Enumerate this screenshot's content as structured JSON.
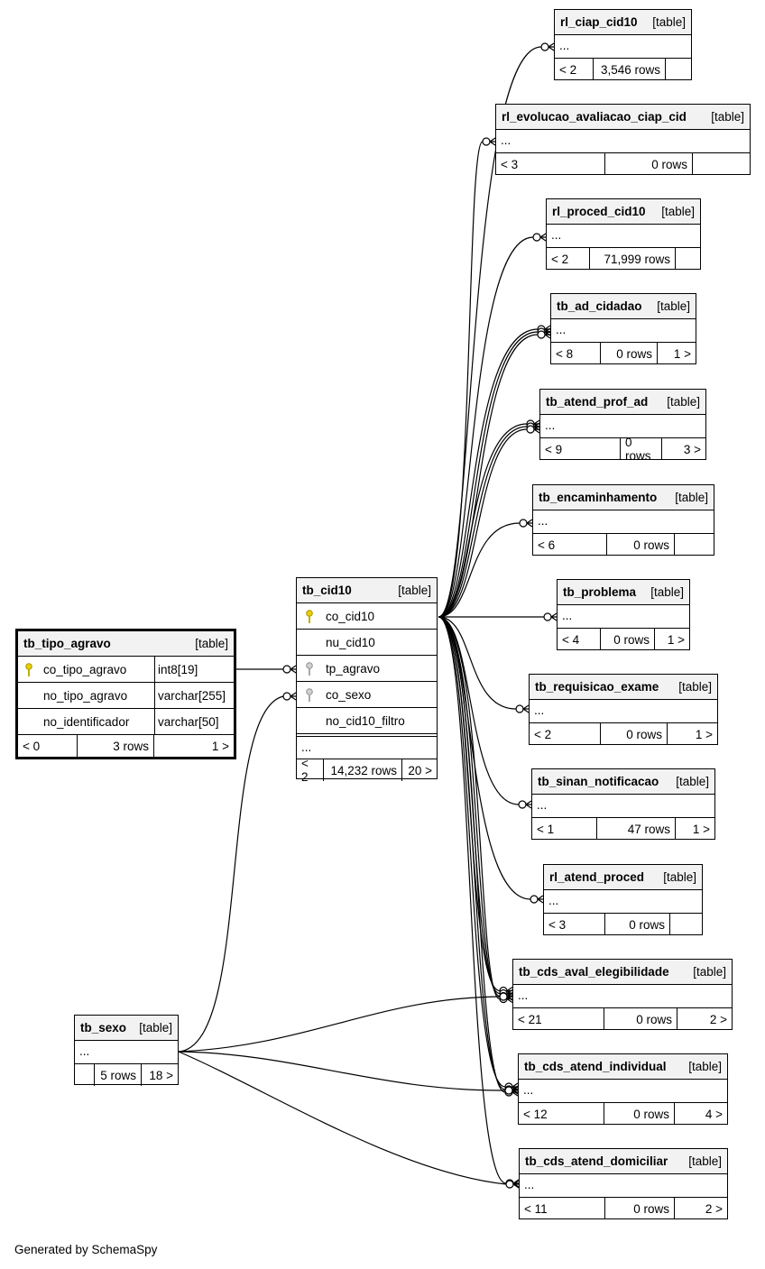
{
  "footer": "Generated by SchemaSpy",
  "table_tag": "[table]",
  "ellipsis": "...",
  "center": {
    "name": "tb_cid10",
    "columns": [
      {
        "name": "co_cid10",
        "key": "primary"
      },
      {
        "name": "nu_cid10",
        "key": ""
      },
      {
        "name": "tp_agravo",
        "key": "foreign"
      },
      {
        "name": "co_sexo",
        "key": "foreign"
      },
      {
        "name": "no_cid10_filtro",
        "key": ""
      }
    ],
    "parents": "< 2",
    "rows": "14,232 rows",
    "children": "20 >"
  },
  "tipo_agravo": {
    "name": "tb_tipo_agravo",
    "columns": [
      {
        "name": "co_tipo_agravo",
        "type": "int8[19]",
        "key": "primary"
      },
      {
        "name": "no_tipo_agravo",
        "type": "varchar[255]",
        "key": ""
      },
      {
        "name": "no_identificador",
        "type": "varchar[50]",
        "key": ""
      }
    ],
    "parents": "< 0",
    "rows": "3 rows",
    "children": "1 >"
  },
  "sexo": {
    "name": "tb_sexo",
    "parents": "",
    "rows": "5 rows",
    "children": "18 >"
  },
  "children": [
    {
      "name": "rl_ciap_cid10",
      "parents": "< 2",
      "rows": "3,546 rows",
      "children": ""
    },
    {
      "name": "rl_evolucao_avaliacao_ciap_cid",
      "parents": "< 3",
      "rows": "0 rows",
      "children": ""
    },
    {
      "name": "rl_proced_cid10",
      "parents": "< 2",
      "rows": "71,999 rows",
      "children": ""
    },
    {
      "name": "tb_ad_cidadao",
      "parents": "< 8",
      "rows": "0 rows",
      "children": "1 >"
    },
    {
      "name": "tb_atend_prof_ad",
      "parents": "< 9",
      "rows": "0 rows",
      "children": "3 >"
    },
    {
      "name": "tb_encaminhamento",
      "parents": "< 6",
      "rows": "0 rows",
      "children": ""
    },
    {
      "name": "tb_problema",
      "parents": "< 4",
      "rows": "0 rows",
      "children": "1 >"
    },
    {
      "name": "tb_requisicao_exame",
      "parents": "< 2",
      "rows": "0 rows",
      "children": "1 >"
    },
    {
      "name": "tb_sinan_notificacao",
      "parents": "< 1",
      "rows": "47 rows",
      "children": "1 >"
    },
    {
      "name": "rl_atend_proced",
      "parents": "< 3",
      "rows": "0 rows",
      "children": ""
    },
    {
      "name": "tb_cds_aval_elegibilidade",
      "parents": "< 21",
      "rows": "0 rows",
      "children": "2 >"
    },
    {
      "name": "tb_cds_atend_individual",
      "parents": "< 12",
      "rows": "0 rows",
      "children": "4 >"
    },
    {
      "name": "tb_cds_atend_domiciliar",
      "parents": "< 11",
      "rows": "0 rows",
      "children": "2 >"
    }
  ]
}
